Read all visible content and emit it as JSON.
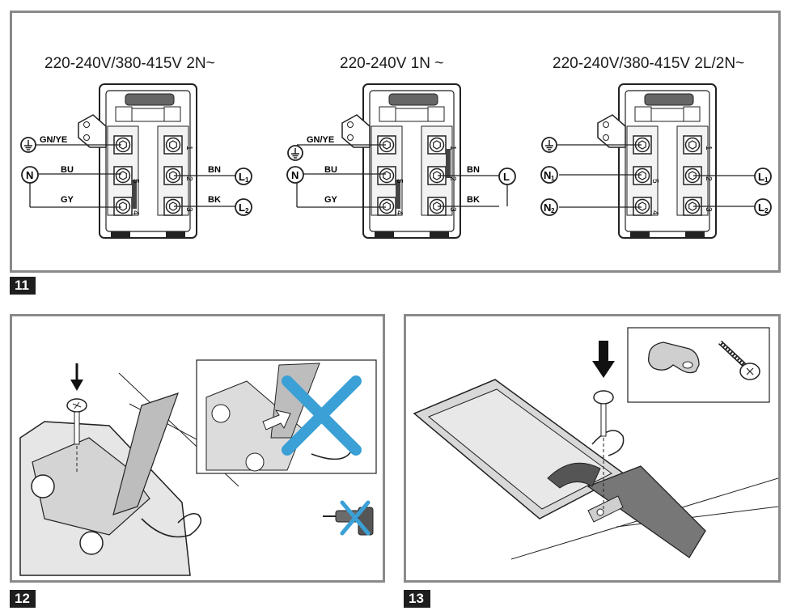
{
  "figures": {
    "fig11": {
      "number": "11",
      "diagrams": [
        {
          "title": "220-240V/380-415V 2N~",
          "labels": {
            "earth_wire": "GN/YE",
            "wire1": "BU",
            "wire2": "GY",
            "wire3": "BN",
            "wire4": "BK",
            "conn_left_top": "N",
            "conn_right_top": "L",
            "conn_right_top_sub": "1",
            "conn_right_bottom": "L",
            "conn_right_bottom_sub": "2"
          },
          "terminals": [
            "1",
            "5",
            "4",
            "2",
            "3"
          ]
        },
        {
          "title": "220-240V 1N ~",
          "labels": {
            "earth_wire": "GN/YE",
            "wire1": "BU",
            "wire2": "GY",
            "wire3": "BN",
            "wire4": "BK",
            "conn_left_top": "N",
            "conn_right_top": "L"
          },
          "terminals": [
            "1",
            "5",
            "4",
            "2",
            "3"
          ]
        },
        {
          "title": "220-240V/380-415V 2L/2N~",
          "labels": {
            "conn_left_top": "N",
            "conn_left_top_sub": "1",
            "conn_left_bottom": "N",
            "conn_left_bottom_sub": "2",
            "conn_right_top": "L",
            "conn_right_top_sub": "1",
            "conn_right_bottom": "L",
            "conn_right_bottom_sub": "2"
          },
          "terminals": [
            "1",
            "5",
            "4",
            "2",
            "3"
          ]
        }
      ]
    },
    "fig12": {
      "number": "12"
    },
    "fig13": {
      "number": "13"
    }
  },
  "colors": {
    "frame": "#8a8a8a",
    "accent_blue": "#3aa0d6",
    "ink": "#1a1a1a",
    "label_bg": "#1e1e1e"
  },
  "icons": [
    "earth-icon",
    "cross-mark-icon",
    "down-arrow-icon",
    "screw-icon",
    "cable-clamp-icon",
    "screwdriver-icon"
  ]
}
